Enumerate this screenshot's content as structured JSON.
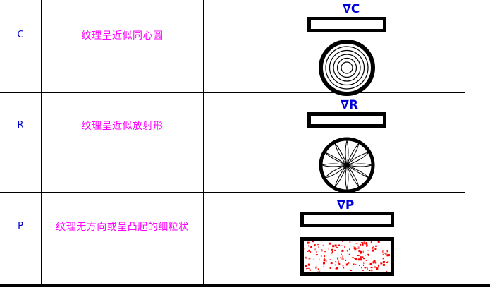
{
  "table": {
    "rows": [
      {
        "code": "C",
        "code_color": "#0000cc",
        "description": "纹理呈近似同心圆",
        "description_color": "#ff00ff",
        "symbol_text": "∇C",
        "symbol_color": "#0000dd",
        "pattern_name": "concentric-circles-pattern",
        "pattern_type": "concentric",
        "pattern_color": "#000000"
      },
      {
        "code": "R",
        "code_color": "#0000cc",
        "description": "纹理呈近似放射形",
        "description_color": "#ff00ff",
        "symbol_text": "∇R",
        "symbol_color": "#0000dd",
        "pattern_name": "radial-lines-pattern",
        "pattern_type": "radial",
        "pattern_color": "#000000"
      },
      {
        "code": "P",
        "code_color": "#0000cc",
        "description": "纹理无方向或呈凸起的细粒状",
        "description_color": "#ff00ff",
        "symbol_text": "∇P",
        "symbol_color": "#0000dd",
        "pattern_name": "particulate-grain-pattern",
        "pattern_type": "particles",
        "pattern_color": "#ff0000"
      }
    ]
  },
  "icons": {
    "surface_finish_symbol": "nabla-triangle-icon",
    "workpiece_bar": "workpiece-bar-icon"
  },
  "colors": {
    "rule": "#000000",
    "code": "#0000cc",
    "description": "#ff00ff",
    "symbol": "#0000dd",
    "particle": "#ff0000",
    "background": "#ffffff"
  }
}
